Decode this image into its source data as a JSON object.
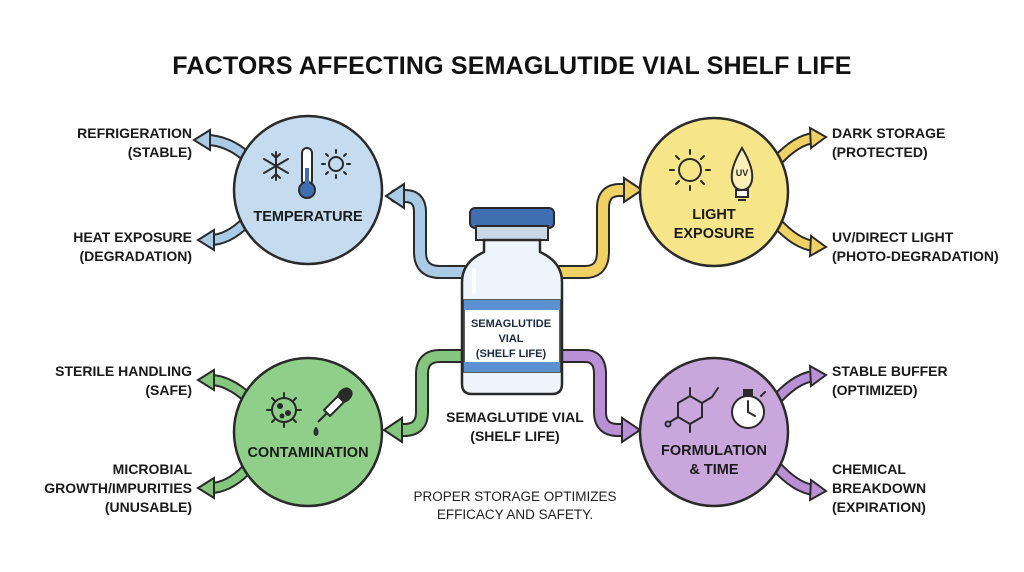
{
  "title": "FACTORS AFFECTING SEMAGLUTIDE VIAL SHELF LIFE",
  "center": {
    "vial_label": "SEMAGLUTIDE\nVIAL\n(SHELF LIFE)",
    "caption": "SEMAGLUTIDE VIAL\n(SHELF LIFE)",
    "footnote": "PROPER STORAGE OPTIMIZES\nEFFICACY AND SAFETY."
  },
  "factors": {
    "temperature": {
      "label": "TEMPERATURE",
      "color": "#c5dcf0",
      "icons": [
        "snowflake-icon",
        "thermometer-icon",
        "sun-icon"
      ],
      "outcomes": [
        "REFRIGERATION\n(STABLE)",
        "HEAT EXPOSURE\n(DEGRADATION)"
      ]
    },
    "light": {
      "label": "LIGHT\nEXPOSURE",
      "color": "#f7e58a",
      "icons": [
        "sun-icon",
        "uv-lamp-icon"
      ],
      "uv_text": "UV",
      "outcomes": [
        "DARK STORAGE\n(PROTECTED)",
        "UV/DIRECT LIGHT\n(PHOTO-DEGRADATION)"
      ]
    },
    "contamination": {
      "label": "CONTAMINATION",
      "color": "#8fcf8a",
      "icons": [
        "microbe-icon",
        "dropper-icon"
      ],
      "outcomes": [
        "STERILE HANDLING\n(SAFE)",
        "MICROBIAL\nGROWTH/IMPURITIES\n(UNUSABLE)"
      ]
    },
    "formulation": {
      "label": "FORMULATION\n& TIME",
      "color": "#c9a6dc",
      "icons": [
        "molecule-icon",
        "stopwatch-icon"
      ],
      "outcomes": [
        "STABLE BUFFER\n(OPTIMIZED)",
        "CHEMICAL\nBREAKDOWN\n(EXPIRATION)"
      ]
    }
  },
  "colors": {
    "arrow_blue": "#a9cbe6",
    "arrow_yellow": "#f0d264",
    "arrow_green": "#86c77f",
    "arrow_purple": "#b98fd6",
    "outline": "#2a2a2a",
    "vial_cap": "#3f6fb0",
    "vial_band": "#5b8fcf"
  }
}
